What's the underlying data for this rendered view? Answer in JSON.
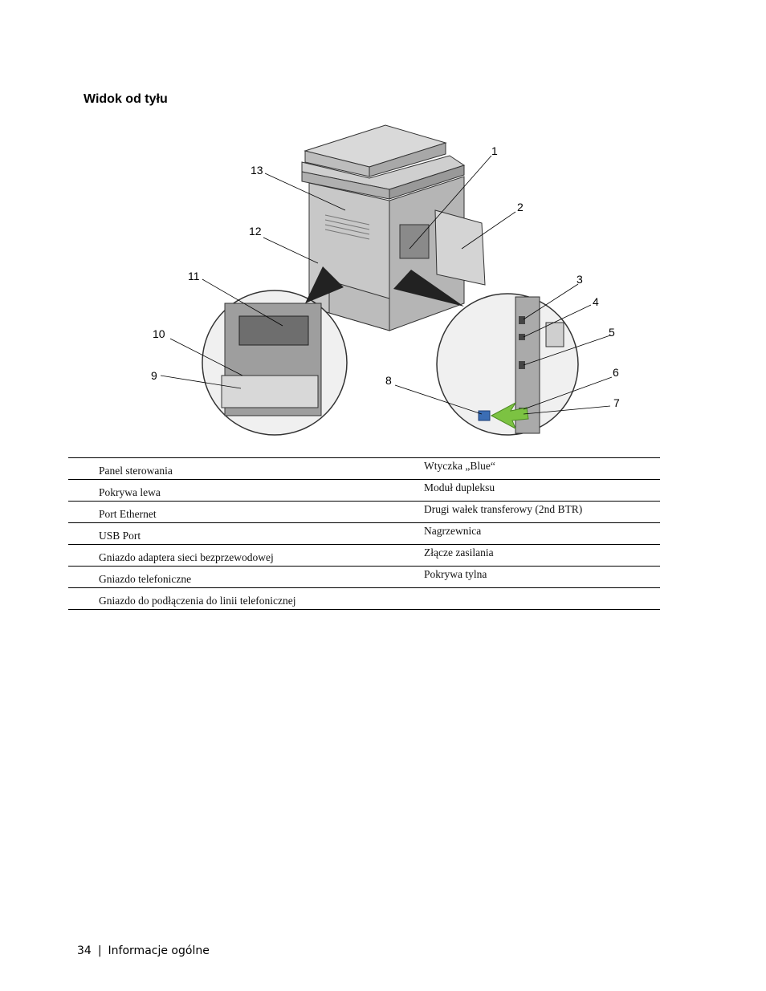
{
  "section": {
    "title": "Widok od tyłu"
  },
  "figure": {
    "callouts": [
      "1",
      "2",
      "3",
      "4",
      "5",
      "6",
      "7",
      "8",
      "9",
      "10",
      "11",
      "12",
      "13"
    ],
    "arrow_color": "#7cc242",
    "connector_color": "#3b6db4"
  },
  "parts": {
    "left": [
      "Panel sterowania",
      "Pokrywa lewa",
      "Port Ethernet",
      "USB Port",
      "Gniazdo adaptera sieci bezprzewodowej",
      "Gniazdo telefoniczne",
      "Gniazdo do podłączenia do linii telefonicznej"
    ],
    "right": [
      "Wtyczka „Blue“",
      "Moduł dupleksu",
      "Drugi wałek transferowy (2nd BTR)",
      "Nagrzewnica",
      "Złącze zasilania",
      "Pokrywa tylna",
      ""
    ]
  },
  "footer": {
    "page_number": "34",
    "separator": "|",
    "section_name": "Informacje ogólne"
  }
}
